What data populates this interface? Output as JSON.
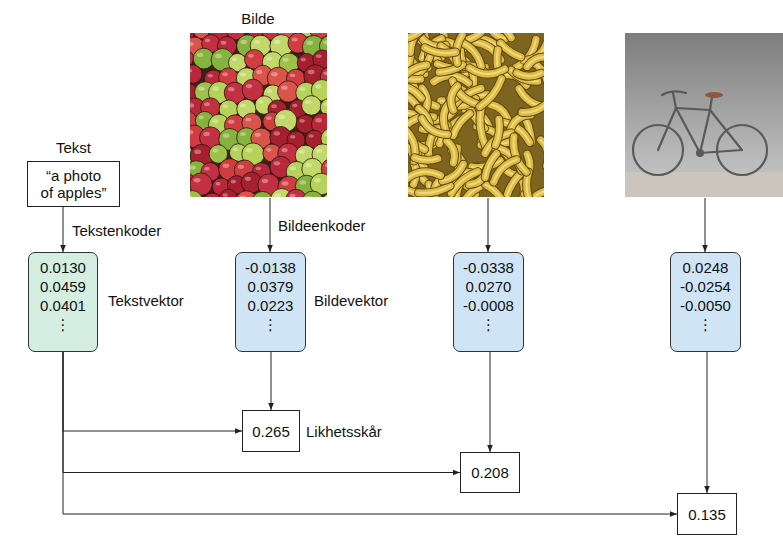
{
  "diagram": {
    "nodes": [
      {
        "text": [
          "Tekst",
          "“a photo of apples”"
        ]
      },
      {
        "text": [
          "0.0130",
          "0.0459",
          "0.0401",
          "⋮"
        ]
      },
      {
        "text": [
          "-0.0138",
          "0.0379",
          "0.0223",
          "⋮"
        ]
      },
      {
        "text": [
          "-0.0338",
          "0.0270",
          "-0.0008",
          "⋮"
        ]
      },
      {
        "text": [
          "0.0248",
          "-0.0254",
          "-0.0050",
          "⋮"
        ]
      },
      {
        "text": [
          "0.265"
        ]
      },
      {
        "text": [
          "0.208"
        ]
      },
      {
        "text": [
          "0.135"
        ]
      }
    ],
    "edges": [
      {
        "from": 0,
        "to": 1,
        "arrow": "to",
        "label": "Tekstenkoder"
      },
      {
        "from": 1,
        "to": 5,
        "arrow": "to"
      },
      {
        "from": 1,
        "to": 6,
        "arrow": "to"
      },
      {
        "from": 1,
        "to": 7,
        "arrow": "to"
      },
      {
        "from": 2,
        "to": 5,
        "arrow": "to"
      },
      {
        "from": 3,
        "to": 6,
        "arrow": "to"
      },
      {
        "from": 4,
        "to": 7,
        "arrow": "to"
      }
    ],
    "labels": [
      "Bilde",
      "Bildeenkoder",
      "Tekstvektor",
      "Bildevektor",
      "Likhetsskår"
    ]
  }
}
